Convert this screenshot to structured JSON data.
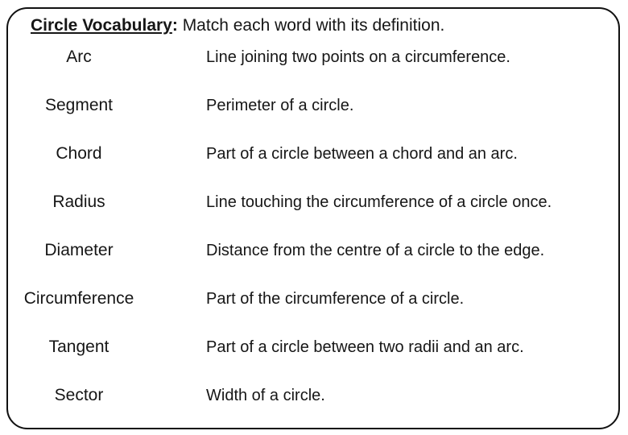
{
  "header": {
    "title": "Circle Vocabulary",
    "colon": ":",
    "instruction": " Match each word with its definition."
  },
  "rows": [
    {
      "word": "Arc",
      "definition": "Line joining two points on a circumference."
    },
    {
      "word": "Segment",
      "definition": "Perimeter of a circle."
    },
    {
      "word": "Chord",
      "definition": "Part of a circle between a chord and an arc."
    },
    {
      "word": "Radius",
      "definition": "Line touching the circumference of a circle once."
    },
    {
      "word": "Diameter",
      "definition": "Distance from the centre of a circle to the edge."
    },
    {
      "word": "Circumference",
      "definition": "Part of the circumference of a circle."
    },
    {
      "word": "Tangent",
      "definition": "Part of a circle between two radii and an arc."
    },
    {
      "word": "Sector",
      "definition": "Width of a circle."
    }
  ],
  "colors": {
    "text": "#161616",
    "border": "#111111",
    "background": "#ffffff"
  }
}
